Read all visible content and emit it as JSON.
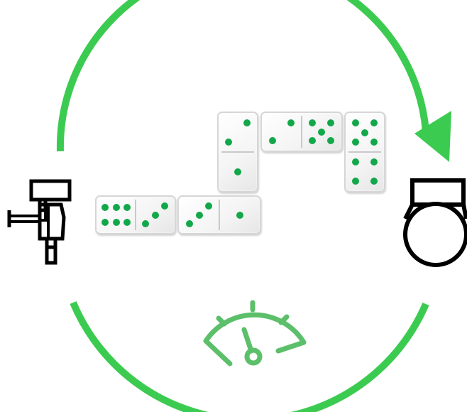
{
  "colors": {
    "cycle_arrow": "#3ccb51",
    "pip": "#12a84a",
    "gauge": "#5cbf6a",
    "icon_stroke": "#000000"
  },
  "icons": {
    "left": "robot-arm-gripper-icon",
    "right": "gripper-icon",
    "bottom": "speedometer-gauge-icon"
  },
  "dominoes": [
    {
      "orientation": "h",
      "values": [
        6,
        3
      ]
    },
    {
      "orientation": "h",
      "values": [
        3,
        1
      ]
    },
    {
      "orientation": "v",
      "values": [
        2,
        1
      ]
    },
    {
      "orientation": "h",
      "values": [
        2,
        5
      ]
    },
    {
      "orientation": "v",
      "values": [
        5,
        4
      ]
    }
  ]
}
